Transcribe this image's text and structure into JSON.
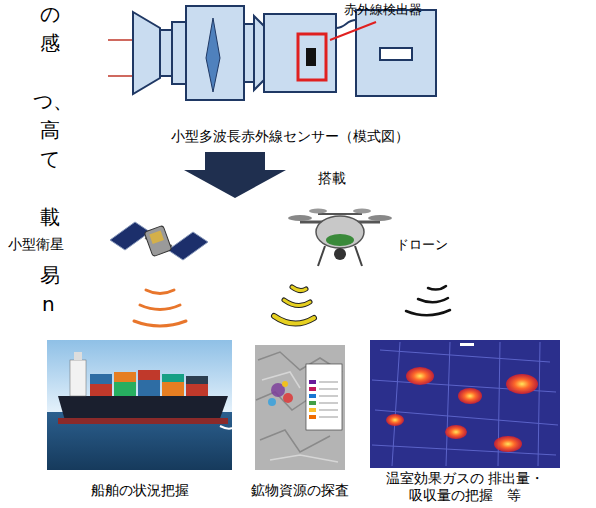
{
  "diagram": {
    "labels": [
      "の",
      "感",
      "つ、",
      "高",
      "て",
      "載",
      "易",
      "n",
      "赤外線検出器",
      "小型多波長赤外線センサー（模式図）",
      "搭載",
      "小型衛星",
      "ドローン",
      "船舶の状況把握",
      "鉱物資源の探査",
      "温室効果ガスの 排出量・吸収量の把握　等"
    ]
  }
}
